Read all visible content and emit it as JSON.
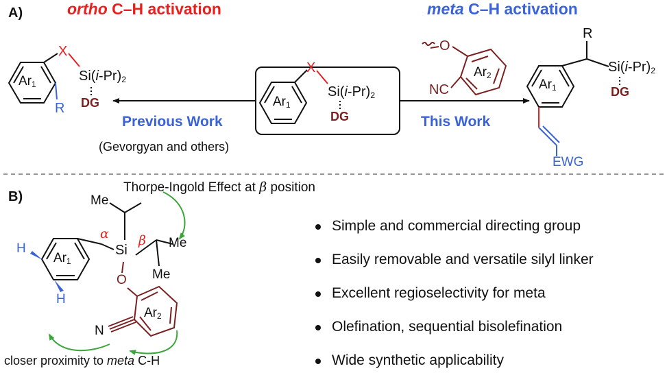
{
  "panel_a": {
    "label": "A)",
    "left_heading_em": "ortho",
    "left_heading_rest": " C–H activation",
    "right_heading_em": "meta",
    "right_heading_rest": " C–H activation",
    "previous_work": "Previous Work",
    "attribution": "(Gevorgyan and others)",
    "this_work": "This Work",
    "ar1": "Ar",
    "ar_sub1": "1",
    "ar2": "Ar",
    "ar_sub2": "2",
    "x": "X",
    "r": "R",
    "si_prefix": "Si(",
    "si_ipr": "i",
    "si_suffix": "-Pr)",
    "si_sub": "2",
    "dg": "DG",
    "o": "O",
    "nc": "NC",
    "ewg": "EWG"
  },
  "panel_b": {
    "label": "B)",
    "thorpe_text": "Thorpe-Ingold Effect at ",
    "thorpe_beta": "β",
    "thorpe_end": " position",
    "h": "H",
    "me": "Me",
    "alpha": "α",
    "beta": "β",
    "si": "Si",
    "o": "O",
    "n": "N",
    "ar1": "Ar",
    "ar_sub1": "1",
    "ar2": "Ar",
    "ar_sub2": "2",
    "proximity_text": "closer proximity to ",
    "proximity_em": "meta",
    "proximity_end": " C-H"
  },
  "bullets": [
    "Simple and commercial directing group",
    "Easily removable and versatile silyl linker",
    "Excellent regioselectivity for meta",
    "Olefination, sequential bisolefination",
    "Wide synthetic applicability"
  ],
  "colors": {
    "red": "#e8201f",
    "blue": "#3b63d8",
    "maroon": "#7a1f1f",
    "green": "#3aa63a",
    "black": "#111111"
  }
}
